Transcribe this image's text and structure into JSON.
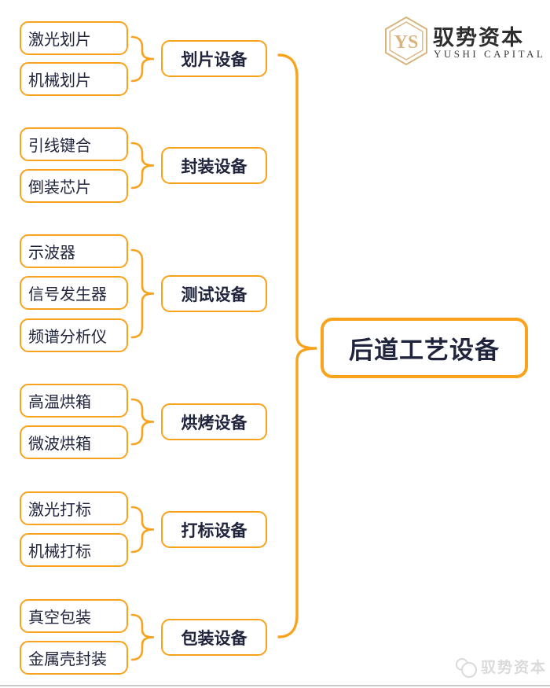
{
  "page": {
    "accent_orange": "#F9A21B",
    "text_navy": "#20243C",
    "logo_gold": "#D8B57E",
    "footer_gray": "#DADADA"
  },
  "header_logo": {
    "monogram": "YS",
    "name_cn": "驭势资本",
    "name_en": "YUSHI CAPITAL"
  },
  "diagram": {
    "root": {
      "label": "后道工艺设备"
    },
    "groups": [
      {
        "category": "划片设备",
        "items": [
          "激光划片",
          "机械划片"
        ]
      },
      {
        "category": "封装设备",
        "items": [
          "引线键合",
          "倒装芯片"
        ]
      },
      {
        "category": "测试设备",
        "items": [
          "示波器",
          "信号发生器",
          "频谱分析仪"
        ]
      },
      {
        "category": "烘烤设备",
        "items": [
          "高温烘箱",
          "微波烘箱"
        ]
      },
      {
        "category": "打标设备",
        "items": [
          "激光打标",
          "机械打标"
        ]
      },
      {
        "category": "包装设备",
        "items": [
          "真空包装",
          "金属壳封装"
        ]
      }
    ]
  },
  "footer": {
    "brand": "驭势资本"
  }
}
